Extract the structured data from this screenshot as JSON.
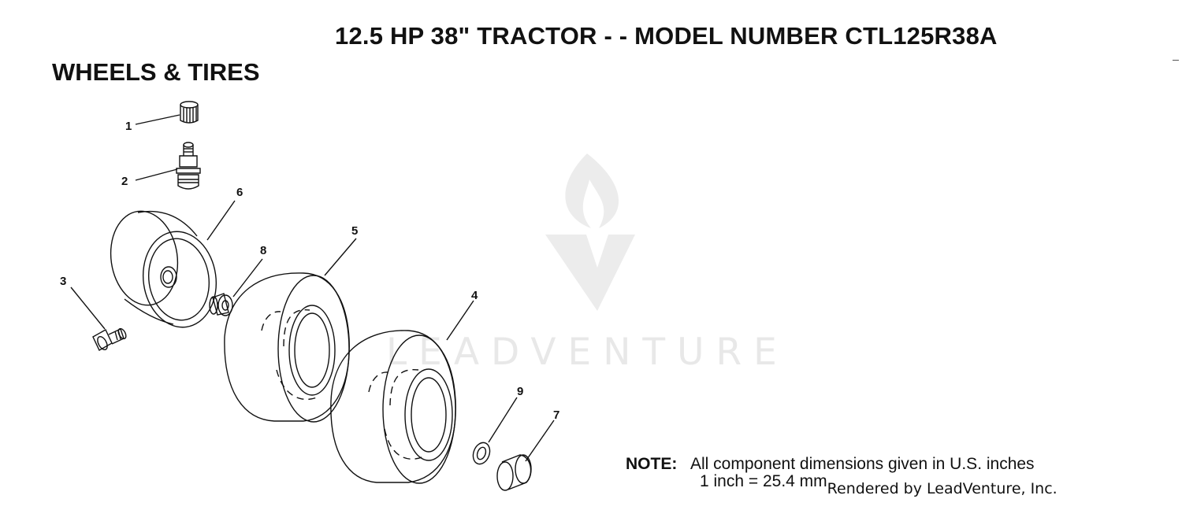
{
  "header": {
    "title": "12.5 HP 38\" TRACTOR - - MODEL NUMBER CTL125R38A",
    "section": "WHEELS & TIRES"
  },
  "watermark": {
    "text": "LEADVENTURE"
  },
  "callouts": [
    "1",
    "2",
    "3",
    "4",
    "5",
    "6",
    "7",
    "8",
    "9"
  ],
  "note": {
    "label": "NOTE:",
    "line1": "All component dimensions given in U.S. inches",
    "line2": "1 inch = 25.4 mm",
    "rendered_by": "Rendered by LeadVenture, Inc."
  }
}
